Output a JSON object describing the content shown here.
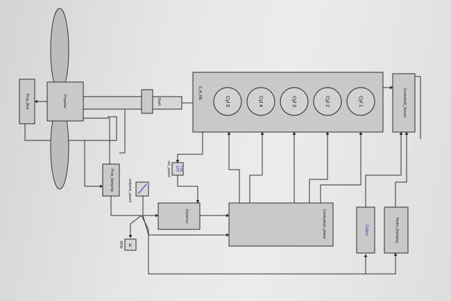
{
  "blocks": {
    "prop_bed": "Prop_Bed",
    "propeller": "Propeller",
    "shaft": "Shaft",
    "engine_input": "S_M_ME",
    "cylinders": [
      "Cyl 5",
      "Cyl 4",
      "Cyl 3",
      "Cyl 2",
      "Cyl 1"
    ],
    "crankshaft_sensor": "Crankshaft_Sensor",
    "prop_damping": "Prop_damping",
    "setpoint_speed": "setpoint_speed",
    "filter_top": "LPF",
    "filter_bottom": "F(s)",
    "filter_caption": "rev_speed",
    "governor": "Governor",
    "combustion": "Combustion_phase",
    "gain": "K",
    "gain_caption": "RPM",
    "dalpn": "Dalpn",
    "hydro_damping": "Hydro_Damping"
  },
  "colors": {
    "paper": "#e6e6e6",
    "block_fill": "#c9c9c9",
    "line": "#2e2e2e",
    "blue_label": "#2a3fb0"
  }
}
